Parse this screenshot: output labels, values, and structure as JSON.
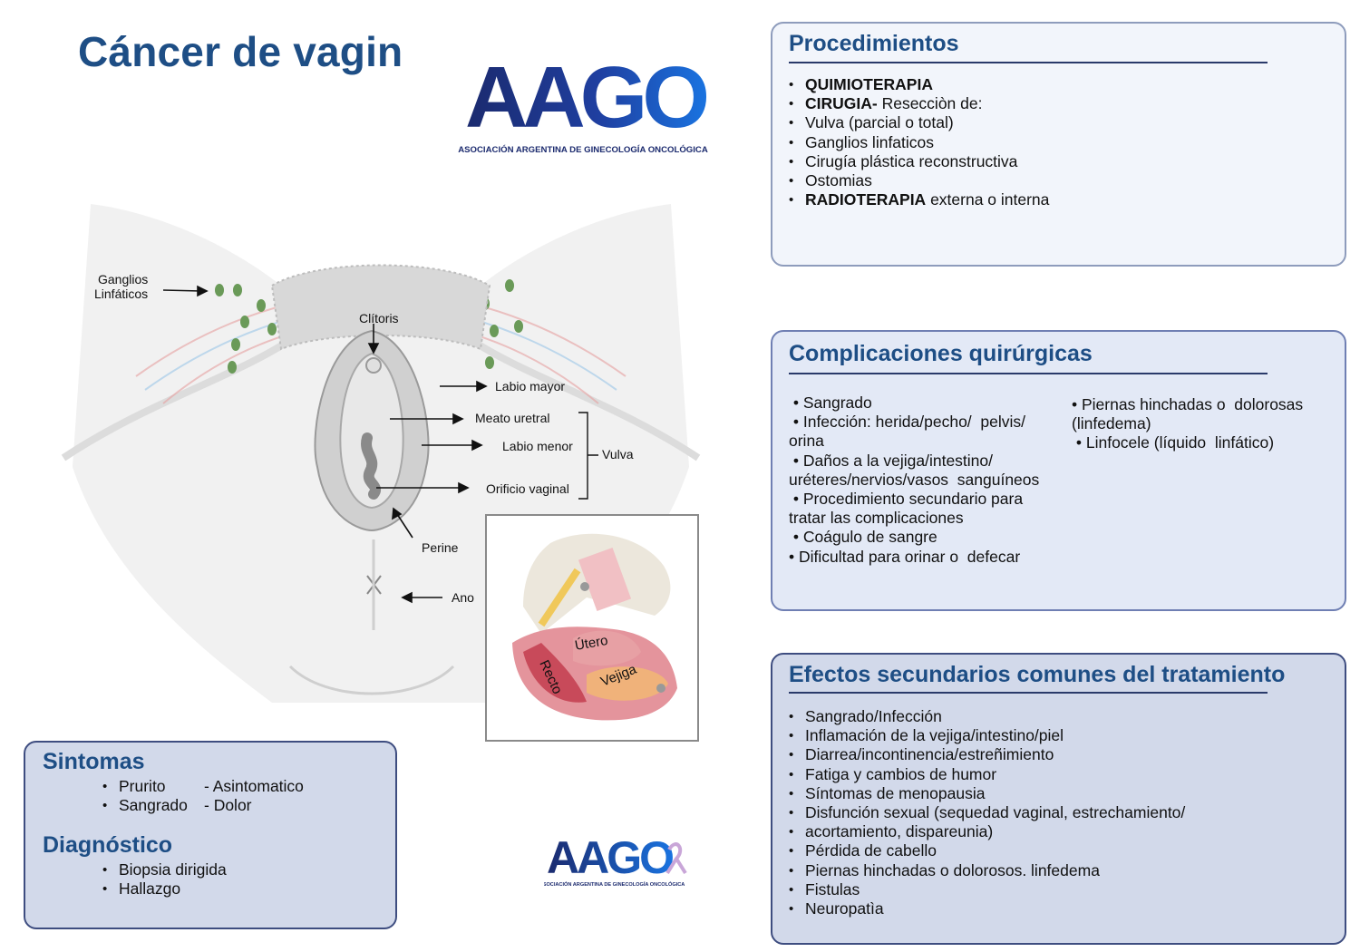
{
  "title": "Cáncer de vagin",
  "logo": {
    "wordmark": "AAGO",
    "subtitle": "ASOCIACIÓN ARGENTINA DE GINECOLOGÍA ONCOLÓGICA"
  },
  "anatomy": {
    "ganglios_1": "Ganglios",
    "ganglios_2": "Linfáticos",
    "clitoris": "Clítoris",
    "labio_mayor": "Labio mayor",
    "meato": "Meato uretral",
    "labio_menor": "Labio menor",
    "vulva": "Vulva",
    "orificio": "Orificio vaginal",
    "perine": "Perine",
    "ano": "Ano"
  },
  "inset": {
    "utero": "Útero",
    "recto": "Recto",
    "vejiga": "Vejiga"
  },
  "procedimientos": {
    "title": "Procedimientos",
    "items": [
      {
        "bold": "QUIMIOTERAPIA",
        "text": ""
      },
      {
        "bold": "CIRUGIA-",
        "text": " Resecciòn de:"
      },
      {
        "bold": "",
        "text": "Vulva (parcial o total)"
      },
      {
        "bold": "",
        "text": "Ganglios linfaticos"
      },
      {
        "bold": "",
        "text": "Cirugía plástica reconstructiva"
      },
      {
        "bold": "",
        "text": "Ostomias"
      },
      {
        "bold": "RADIOTERAPIA",
        "text": " externa o interna"
      }
    ]
  },
  "complicaciones": {
    "title": "Complicaciones quirúrgicas",
    "left": [
      " • Sangrado",
      " • Infección: herida/pecho/  pelvis/",
      "orina",
      " • Daños a la vejiga/intestino/",
      "uréteres/nervios/vasos  sanguíneos",
      " • Procedimiento secundario para",
      "tratar las complicaciones",
      " • Coágulo de sangre",
      "• Dificultad para orinar o  defecar"
    ],
    "right": [
      "• Piernas hinchadas o  dolorosas",
      "(linfedema)",
      " • Linfocele (líquido  linfático)"
    ]
  },
  "efectos": {
    "title": "Efectos secundarios comunes del tratamiento",
    "items": [
      "Sangrado/Infección",
      "Inflamación de la vejiga/intestino/piel",
      "Diarrea/incontinencia/estreñimiento",
      "Fatiga y cambios de humor",
      "Síntomas de menopausia",
      "Disfunción sexual (sequedad vaginal, estrechamiento/",
      "acortamiento, dispareunia)",
      "Pérdida de cabello",
      "Piernas hinchadas o dolorosos. linfedema",
      "Fistulas",
      "Neuropatìa"
    ]
  },
  "sintomas": {
    "title": "Sintomas",
    "items": [
      {
        "a": "Prurito",
        "b": "- Asintomatico"
      },
      {
        "a": "Sangrado",
        "b": "- Dolor"
      }
    ]
  },
  "diagnostico": {
    "title": "Diagnóstico",
    "items": [
      "Biopsia dirigida",
      "Hallazgo"
    ]
  },
  "colors": {
    "title": "#1e4e85",
    "logo_dark": "#1b2a6e",
    "logo_light": "#1a73e0",
    "ribbon": "#c9a6d8"
  }
}
